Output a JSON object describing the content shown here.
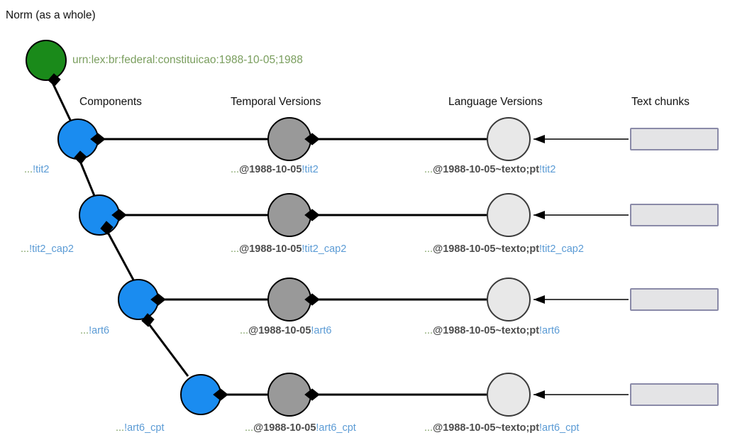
{
  "diagram": {
    "title_norm": "Norm (as a whole)",
    "root_urn": "urn:lex:br:federal:constituicao:1988-10-05;1988",
    "columns": [
      {
        "id": "components",
        "label": "Components"
      },
      {
        "id": "temporal",
        "label": "Temporal Versions"
      },
      {
        "id": "language",
        "label": "Language Versions"
      },
      {
        "id": "chunks",
        "label": "Text chunks"
      }
    ],
    "colors": {
      "root_node": "#1a8a1a",
      "component_node": "#1a8cf0",
      "temporal_node": "#999999",
      "language_node": "#e8e8e8",
      "chunk_fill": "#e4e4e6",
      "chunk_border": "#8a8aa8",
      "ellipsis_text": "#7a9e5e",
      "middle_text": "#4d4d4d",
      "suffix_text": "#5b9bd5",
      "edge": "#000000"
    },
    "rows": [
      {
        "component": {
          "ellipsis": "...",
          "middle": "",
          "suffix": "!tit2"
        },
        "temporal": {
          "ellipsis": "...",
          "middle": "@1988-10-05",
          "suffix": "!tit2"
        },
        "language": {
          "ellipsis": "...",
          "middle": "@1988-10-05~texto;pt",
          "suffix": "!tit2"
        },
        "chunk": {
          "label": ""
        }
      },
      {
        "component": {
          "ellipsis": "...",
          "middle": "",
          "suffix": "!tit2_cap2"
        },
        "temporal": {
          "ellipsis": "...",
          "middle": "@1988-10-05",
          "suffix": "!tit2_cap2"
        },
        "language": {
          "ellipsis": "...",
          "middle": "@1988-10-05~texto;pt",
          "suffix": "!tit2_cap2"
        },
        "chunk": {
          "label": ""
        }
      },
      {
        "component": {
          "ellipsis": "...",
          "middle": "",
          "suffix": "!art6"
        },
        "temporal": {
          "ellipsis": "...",
          "middle": "@1988-10-05",
          "suffix": "!art6"
        },
        "language": {
          "ellipsis": "...",
          "middle": "@1988-10-05~texto;pt",
          "suffix": "!art6"
        },
        "chunk": {
          "label": ""
        }
      },
      {
        "component": {
          "ellipsis": "...",
          "middle": "",
          "suffix": "!art6_cpt"
        },
        "temporal": {
          "ellipsis": "...",
          "middle": "@1988-10-05",
          "suffix": "!art6_cpt"
        },
        "language": {
          "ellipsis": "...",
          "middle": "@1988-10-05~texto;pt",
          "suffix": "!art6_cpt"
        },
        "chunk": {
          "label": ""
        }
      }
    ]
  }
}
